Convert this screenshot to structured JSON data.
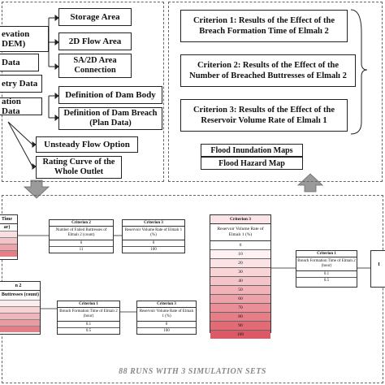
{
  "top_left": {
    "elevation": "evation",
    "dem": "DEM)",
    "data": "Data",
    "geometry_data": "etry Data",
    "junction_data": "ation Data",
    "storage_area": "Storage Area",
    "flow_area_2d": "2D Flow Area",
    "sa_2d_connection": "SA/2D Area Connection",
    "dam_body": "Definition of Dam Body",
    "dam_breach": "Definition of Dam Breach (Plan Data)",
    "unsteady_flow": "Unsteady Flow Option",
    "rating_curve": "Rating Curve of the Whole Outlet"
  },
  "criteria": [
    "Criterion 1: Results of the Effect of the Breach Formation Time of Elmalı 2",
    "Criterion 2: Results of the Effect of the Number of Breached Buttresses of Elmalı 2",
    "Criterion 3: Results of the Effect of the Reservoir Volume Rate of Elmalı 1"
  ],
  "outputs": {
    "inundation": "Flood Inundation Maps",
    "hazard": "Flood Hazard Map"
  },
  "sim_panel": {
    "left_top_header": "Time",
    "left_top_sub": "ar)",
    "left_bottom_header": "n 2",
    "left_bottom_desc": "d Buttresses (count)",
    "t1": {
      "header": "Criterion 2",
      "desc": "Number of Failed Buttresses of Elmalı 2 (count)",
      "rows": [
        "6",
        "11"
      ]
    },
    "t2": {
      "header": "Criterion 3",
      "desc": "Reservoir Volume Rate of Elmalı 1 (%)",
      "rows": [
        "0",
        "100"
      ]
    },
    "t3": {
      "header": "Criterion 1",
      "desc": "Breach Formation Time of Elmalı 2 (hour)",
      "rows": [
        "0.1",
        "0.5"
      ]
    },
    "t4": {
      "header": "Criterion 3",
      "desc": "Reservoir Volume Rate of Elmalı 1 (%)",
      "rows": [
        "0",
        "100"
      ]
    },
    "big": {
      "header": "Criterion 3",
      "desc": "Reservoir Volume Rate of Elmalı 1 (%)",
      "rows": [
        "0",
        "10",
        "20",
        "30",
        "40",
        "50",
        "60",
        "70",
        "80",
        "90",
        "100"
      ]
    },
    "t5": {
      "header": "Criterion 1",
      "desc": "Breach Formation Time of Elmalı 2 (hour)",
      "rows": [
        "0.1",
        "0.5"
      ]
    },
    "footer": "88 RUNS WITH 3 SIMULATION SETS"
  }
}
